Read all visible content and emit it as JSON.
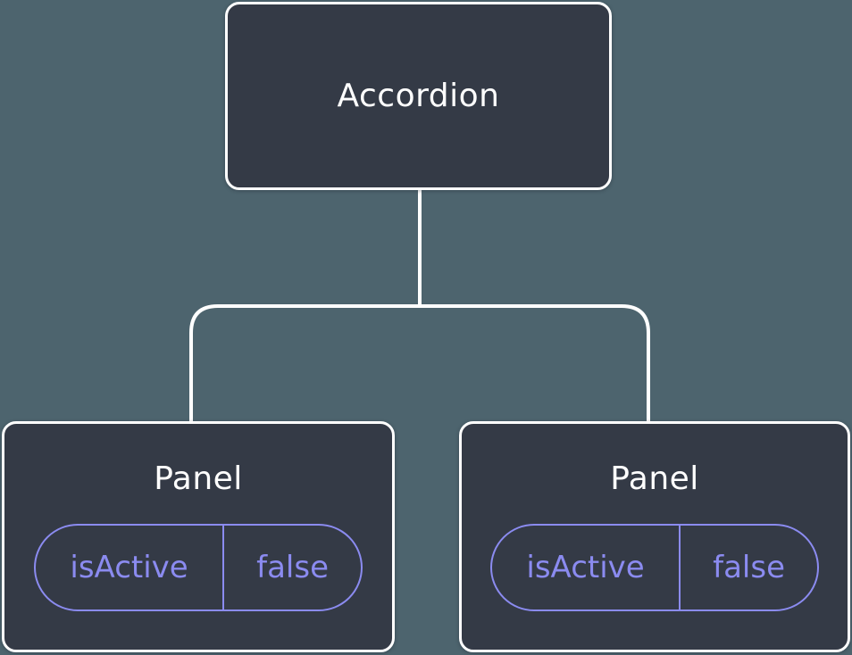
{
  "tree": {
    "root": {
      "label": "Accordion"
    },
    "children": [
      {
        "label": "Panel",
        "state": {
          "key": "isActive",
          "value": "false"
        }
      },
      {
        "label": "Panel",
        "state": {
          "key": "isActive",
          "value": "false"
        }
      }
    ]
  },
  "colors": {
    "background": "#4D646E",
    "node_fill": "#343A46",
    "node_border": "#FFFFFF",
    "node_text": "#FFFFFF",
    "state_accent": "#8B8BF0",
    "connector": "#FFFFFF"
  }
}
